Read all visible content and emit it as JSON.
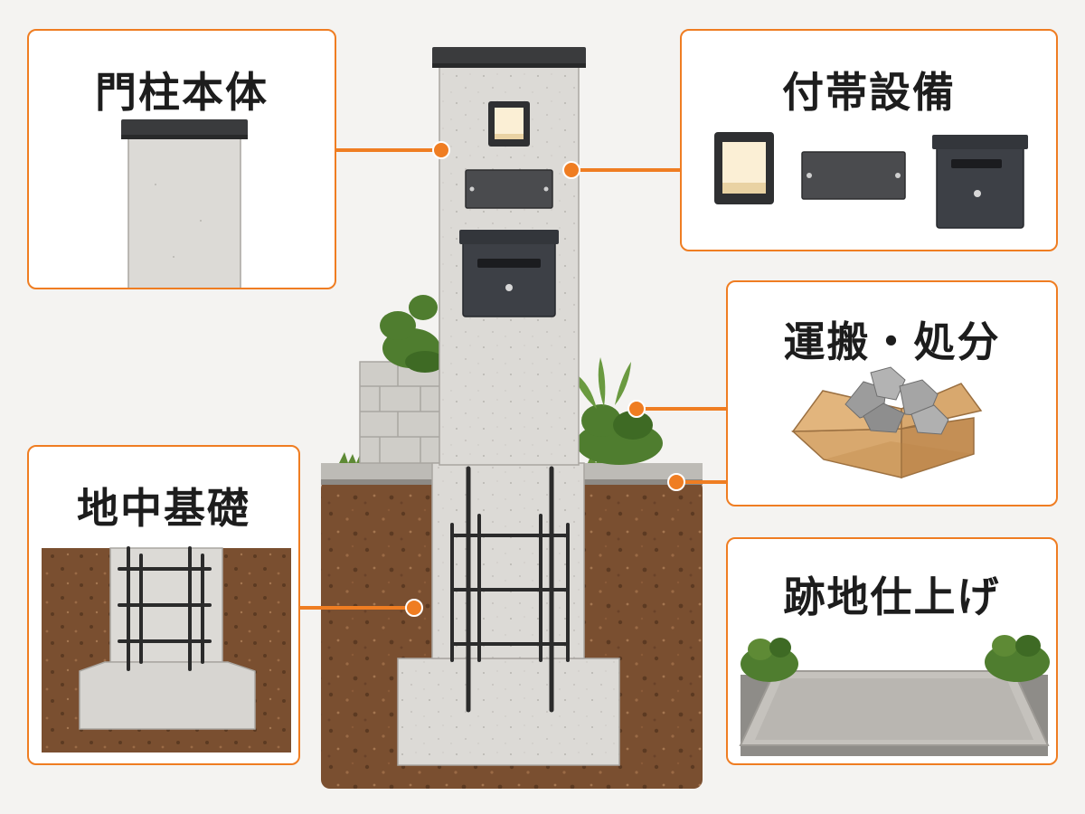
{
  "cards": {
    "gate_body": {
      "title": "門柱本体"
    },
    "accessories": {
      "title": "付帯設備"
    },
    "transport": {
      "title": "運搬・処分"
    },
    "foundation": {
      "title": "地中基礎"
    },
    "finishing": {
      "title": "跡地仕上げ"
    }
  },
  "colors": {
    "accent": "#ef7d22",
    "concrete": "#dcdad6",
    "cap": "#3a3b3d",
    "soil": "#7a4f30",
    "rebar": "#2b2b2b",
    "plant": "#4f7d2f"
  }
}
